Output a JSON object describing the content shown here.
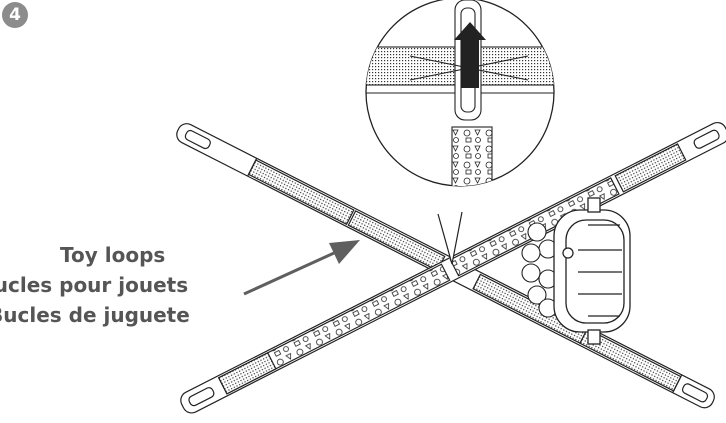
{
  "step": {
    "number": "4"
  },
  "callout": {
    "lines": [
      "Toy loops",
      "oucles pour jouets",
      "Bucles de juguete"
    ]
  },
  "colors": {
    "label": "#555555",
    "badge": "#8c8c8c",
    "arrow": "#5f5f5f",
    "line": "#222222"
  },
  "icons": [
    "up-arrow-icon",
    "pointer-arrow-icon",
    "magnifier-circle"
  ]
}
